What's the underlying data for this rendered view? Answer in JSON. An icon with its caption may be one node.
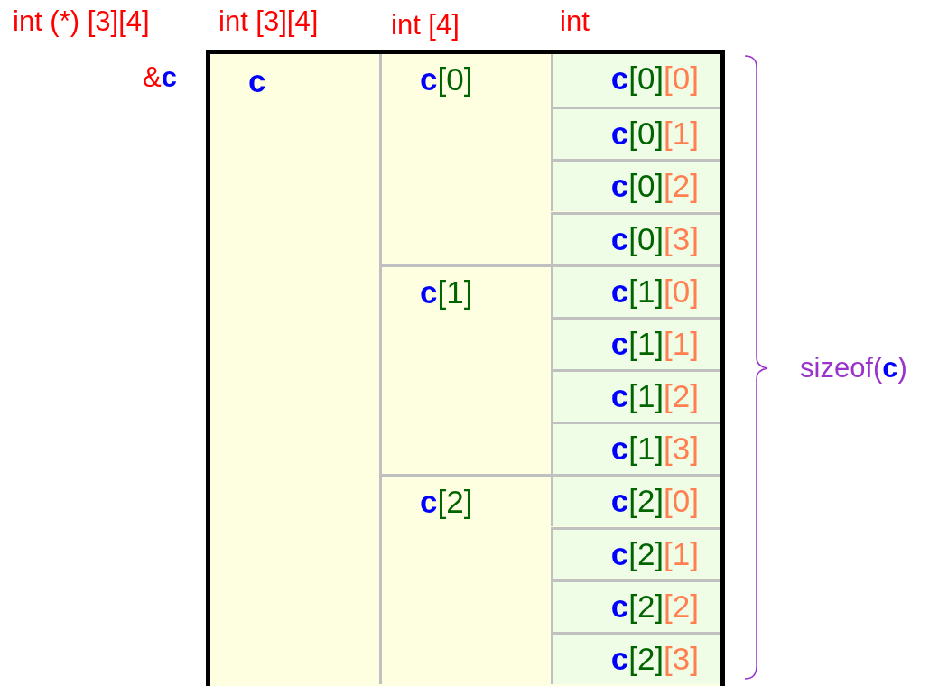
{
  "diagram": {
    "nodes": [
      {
        "text": [
          "**c**"
        ]
      },
      {
        "text": [
          "**c**[0]"
        ],
        "in": 0
      },
      {
        "text": [
          "**c**[1]"
        ],
        "in": 0
      },
      {
        "text": [
          "**c**[2]"
        ],
        "in": 0
      },
      {
        "text": [
          "**c**[0][0]"
        ],
        "in": 0
      },
      {
        "text": [
          "**c**[0][1]"
        ],
        "in": 0
      },
      {
        "text": [
          "**c**[0][2]"
        ],
        "in": 0
      },
      {
        "text": [
          "**c**[0][3]"
        ],
        "in": 0
      },
      {
        "text": [
          "**c**[1][0]"
        ],
        "in": 0
      },
      {
        "text": [
          "**c**[1][1]"
        ],
        "in": 0
      },
      {
        "text": [
          "**c**[1][2]"
        ],
        "in": 0
      },
      {
        "text": [
          "**c**[1][3]"
        ],
        "in": 0
      },
      {
        "text": [
          "**c**[2][0]"
        ],
        "in": 0
      },
      {
        "text": [
          "**c**[2][1]"
        ],
        "in": 0
      },
      {
        "text": [
          "**c**[2][2]"
        ],
        "in": 0
      },
      {
        "text": [
          "**c**[2][3]"
        ],
        "in": 0
      }
    ],
    "labels": [
      "int (*) [3][4]",
      "int [3][4]",
      "int [4]",
      "int",
      "&**c**",
      "sizeof(**c**)"
    ]
  }
}
